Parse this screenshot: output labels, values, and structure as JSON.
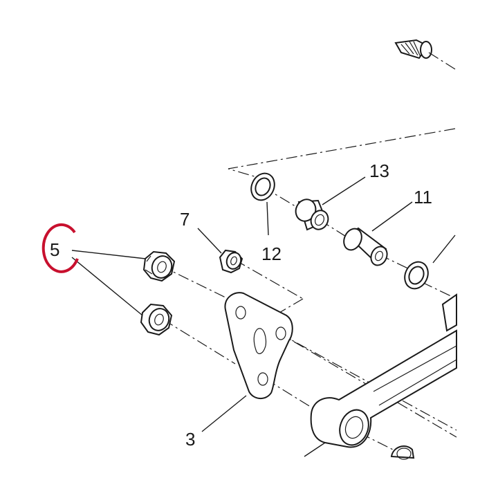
{
  "diagram": {
    "labels": {
      "nut_flange": "5",
      "nut_small": "7",
      "bracket": "3",
      "washer": "12",
      "bushing_short": "13",
      "bushing_long": "11"
    },
    "highlight": {
      "part": "5",
      "color": "#c8102e"
    },
    "colors": {
      "line": "#1a1a1a",
      "background": "#ffffff"
    }
  }
}
